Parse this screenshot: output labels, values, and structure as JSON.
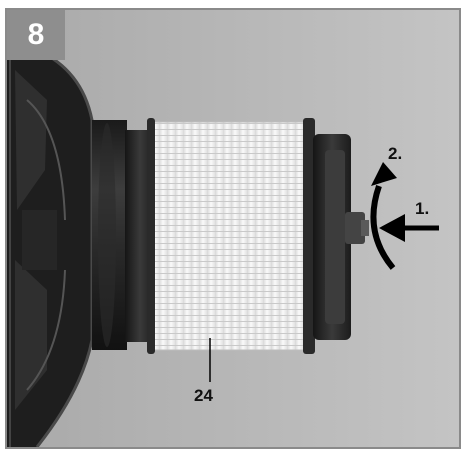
{
  "figure": {
    "step_number": "8",
    "part_label": "24",
    "step1_label": "1.",
    "step2_label": "2."
  },
  "icons": {
    "push_arrow": "arrow-left-icon",
    "rotate_arrow": "curved-arrow-up-icon"
  },
  "colors": {
    "badge": "#8e8e8e",
    "background": "#b9b9b9",
    "filter_pleats": "#f4f4f4",
    "housing": "#2a2a2a"
  }
}
